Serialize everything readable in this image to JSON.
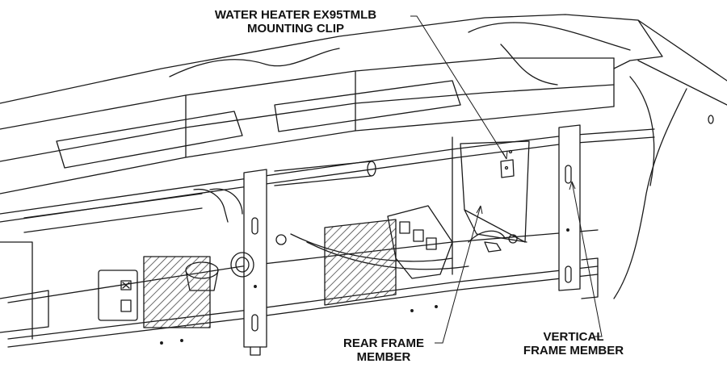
{
  "callouts": {
    "water_heater_clip": {
      "line1": "WATER HEATER EX95TMLB",
      "line2": "MOUNTING CLIP"
    },
    "rear_frame_member": {
      "line1": "REAR FRAME",
      "line2": "MEMBER"
    },
    "vertical_frame_member": {
      "line1": "VERTICAL",
      "line2": "FRAME MEMBER"
    }
  },
  "colors": {
    "line": "#1a1a1a",
    "hatch": "#444444",
    "background": "#ffffff"
  }
}
